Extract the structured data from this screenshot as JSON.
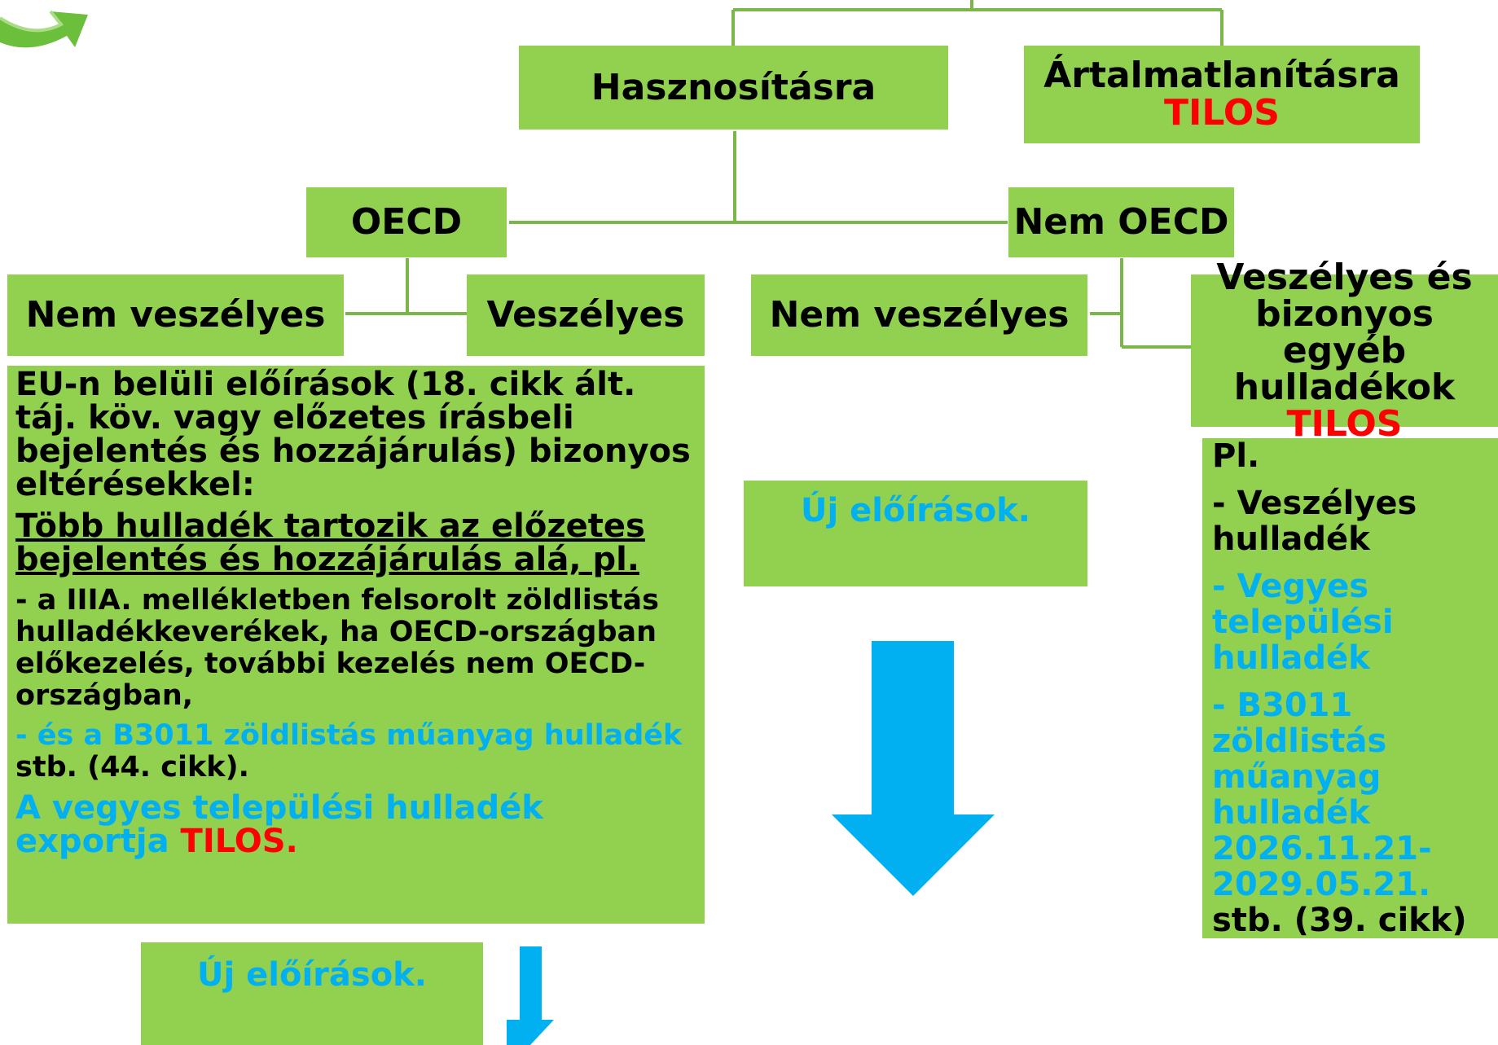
{
  "colors": {
    "box": "#92d050",
    "line": "#7ab648",
    "red": "#ff0000",
    "blue": "#00b0f0"
  },
  "top": {
    "hasznositasra": "Hasznosításra",
    "artalmatlanitasra": "Ártalmatlanításra",
    "artalmatlanitasra_tilos": "TILOS"
  },
  "level2": {
    "oecd": "OECD",
    "nem_oecd": "Nem OECD"
  },
  "level3": {
    "oecd_nem_veszelyes": "Nem veszélyes",
    "oecd_veszelyes": "Veszélyes",
    "nonoecd_nem_veszelyes": "Nem veszélyes",
    "nonoecd_veszelyes_line1": "Veszélyes és",
    "nonoecd_veszelyes_line2": "bizonyos egyéb",
    "nonoecd_veszelyes_line3": "hulladékok",
    "nonoecd_veszelyes_tilos": "TILOS"
  },
  "oecd_text": {
    "intro": "EU-n belüli előírások (18. cikk ált. táj. köv. vagy előzetes írásbeli bejelentés és hozzájárulás) bizonyos eltérésekkel:",
    "underlined": "Több hulladék tartozik az előzetes bejelentés és hozzájárulás alá, pl.",
    "item1": "- a IIIA. mellékletben felsorolt zöldlistás hulladékkeverékek, ha OECD-országban előkezelés, további kezelés nem OECD-országban,",
    "item2_blue": "- és a B3011 zöldlistás műanyag hulladék",
    "item2_black": " stb. (44. cikk).",
    "mixed_blue": "A vegyes települési hulladék exportja",
    "mixed_red": "TILOS."
  },
  "new_rules": {
    "oecd": "Új előírások.",
    "nonoecd": "Új előírások."
  },
  "nonoecd_list": {
    "pl": "Pl.",
    "item1": "- Veszélyes hulladék",
    "item2": "- Vegyes települési hulladék",
    "item3_line1": "- B3011",
    "item3_line2": "zöldlistás",
    "item3_line3": "műanyag",
    "item3_line4": "hulladék",
    "item3_line5": "2026.11.21-",
    "item3_line6": "2029.05.21.",
    "tail": "stb. (39. cikk)"
  }
}
